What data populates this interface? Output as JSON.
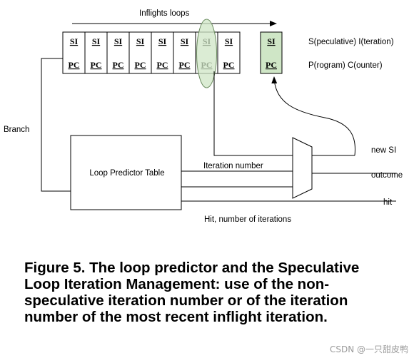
{
  "diagram": {
    "inflights_label": "Inflights loops",
    "slot_si": "SI",
    "slot_pc": "PC",
    "inflight_slot_count": 8,
    "highlighted_slot_index": 6,
    "legend_si": "S(peculative) I(teration)",
    "legend_pc": "P(rogram) C(ounter)",
    "branch_label": "Branch",
    "table_label": "Loop Predictor Table",
    "iteration_number_label": "Iteration number",
    "hit_iterations_label": "Hit, number of iterations",
    "new_si_label": "new SI",
    "outcome_label": "outcome",
    "hit_label": "hit",
    "highlight_color": "#cfe6c6",
    "highlight_stroke": "#6f8f63"
  },
  "caption": "Figure 5. The loop predictor and the Speculative Loop Iteration Management: use of the non-speculative iteration number or of the iteration number of the most recent inflight iteration.",
  "watermark": "CSDN @一只甜皮鸭"
}
